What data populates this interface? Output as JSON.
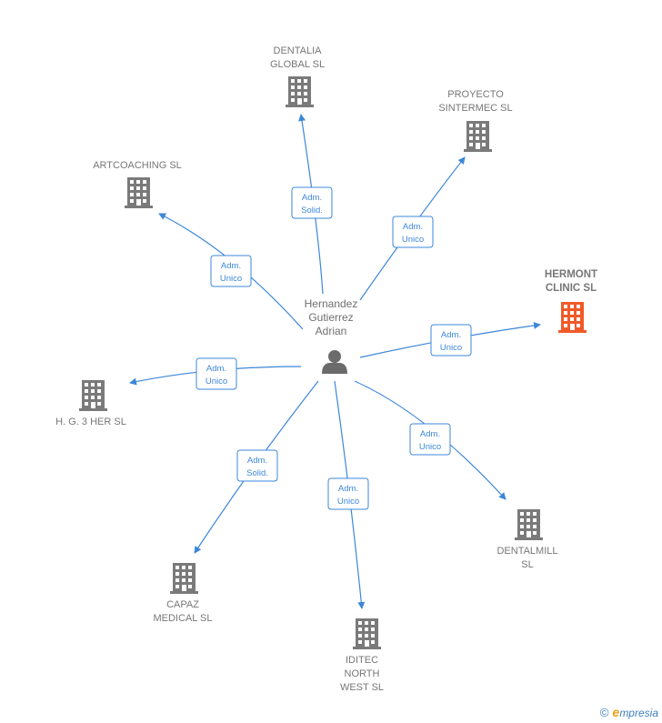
{
  "center": {
    "name_lines": [
      "Hernandez",
      "Gutierrez",
      "Adrian"
    ]
  },
  "companies": [
    {
      "id": "dentalia",
      "name_lines": [
        "DENTALIA",
        "GLOBAL  SL"
      ],
      "highlight": false,
      "role_lines": [
        "Adm.",
        "Solid."
      ]
    },
    {
      "id": "proyecto",
      "name_lines": [
        "PROYECTO",
        "SINTERMEC SL"
      ],
      "highlight": false,
      "role_lines": [
        "Adm.",
        "Unico"
      ]
    },
    {
      "id": "artcoaching",
      "name_lines": [
        "ARTCOACHING SL"
      ],
      "highlight": false,
      "role_lines": [
        "Adm.",
        "Unico"
      ]
    },
    {
      "id": "hermont",
      "name_lines": [
        "HERMONT",
        "CLINIC  SL"
      ],
      "highlight": true,
      "role_lines": [
        "Adm.",
        "Unico"
      ]
    },
    {
      "id": "hg3her",
      "name_lines": [
        "H.  G. 3 HER SL"
      ],
      "highlight": false,
      "role_lines": [
        "Adm.",
        "Unico"
      ]
    },
    {
      "id": "dentalmill",
      "name_lines": [
        "DENTALMILL",
        "SL"
      ],
      "highlight": false,
      "role_lines": [
        "Adm.",
        "Unico"
      ]
    },
    {
      "id": "capaz",
      "name_lines": [
        "CAPAZ",
        "MEDICAL  SL"
      ],
      "highlight": false,
      "role_lines": [
        "Adm.",
        "Solid."
      ]
    },
    {
      "id": "iditec",
      "name_lines": [
        "IDITEC",
        "NORTH",
        "WEST SL"
      ],
      "highlight": false,
      "role_lines": [
        "Adm.",
        "Unico"
      ]
    }
  ],
  "colors": {
    "edge": "#3d87d8",
    "building": "#7a7a7a",
    "building_highlight": "#f05a28",
    "person": "#6b6b6b"
  },
  "footer": {
    "copyright": "©",
    "brand_initial": "e",
    "brand_rest": "mpresia"
  }
}
